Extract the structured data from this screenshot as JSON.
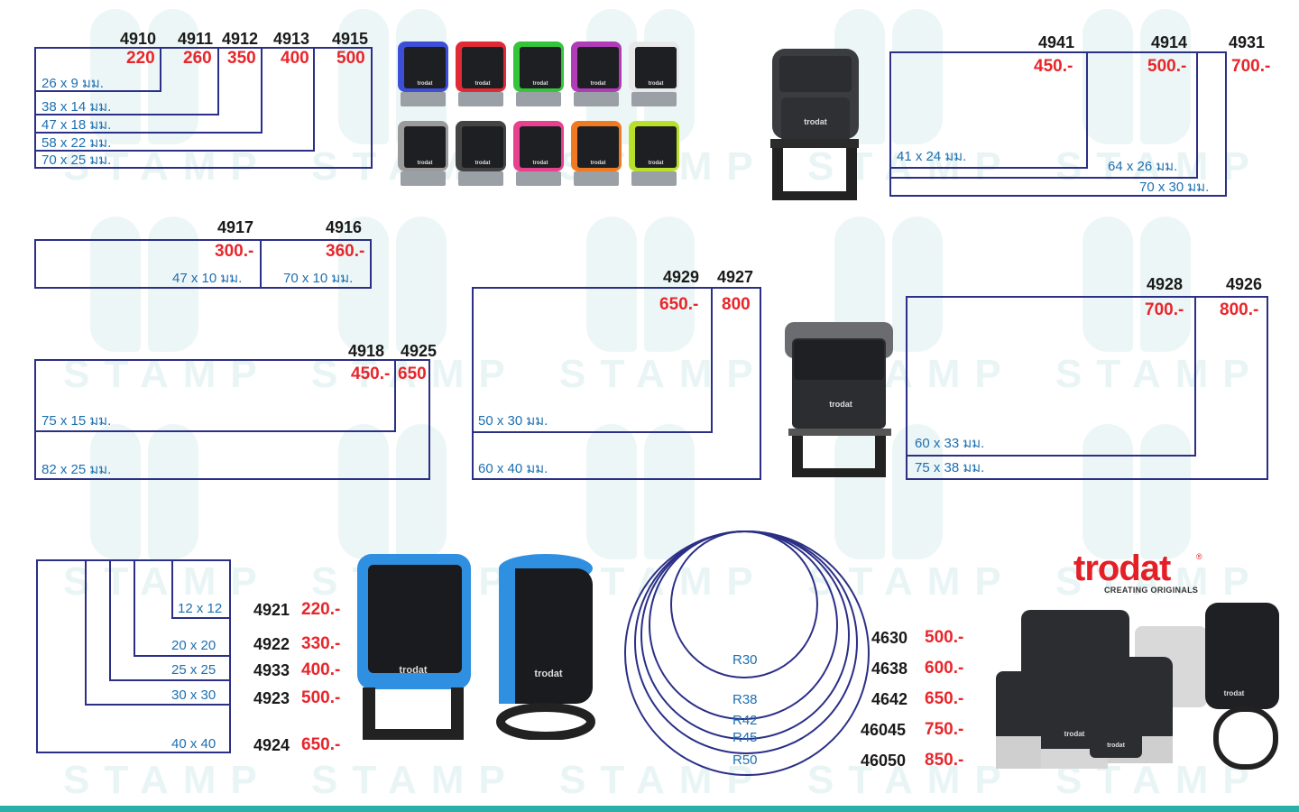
{
  "watermark": {
    "text": "STAMP"
  },
  "brand": {
    "name": "trodat",
    "tagline": "CREATING ORIGINALS",
    "reg": "®"
  },
  "stamp_label": "trodat",
  "section_a": {
    "models": [
      "4910",
      "4911",
      "4912",
      "4913",
      "4915"
    ],
    "prices": [
      "220",
      "260",
      "350",
      "400",
      "500"
    ],
    "sizes": [
      "26 x 9 มม.",
      "38 x 14 มม.",
      "47 x 18 มม.",
      "58 x 22 มม.",
      "70 x 25 มม."
    ]
  },
  "section_b": {
    "models": [
      "4941",
      "4914",
      "4931"
    ],
    "prices": [
      "450.-",
      "500.-",
      "700.-"
    ],
    "sizes": [
      "41 x 24 มม.",
      "64 x 26 มม.",
      "70 x 30 มม."
    ]
  },
  "section_c": {
    "models": [
      "4917",
      "4916"
    ],
    "prices": [
      "300.-",
      "360.-"
    ],
    "sizes": [
      "47 x 10 มม.",
      "70 x 10 มม."
    ]
  },
  "section_d": {
    "models": [
      "4918",
      "4925"
    ],
    "prices": [
      "450.-",
      "650"
    ],
    "sizes": [
      "75 x 15 มม.",
      "82 x 25 มม."
    ]
  },
  "section_e": {
    "models": [
      "4929",
      "4927"
    ],
    "prices": [
      "650.-",
      "800"
    ],
    "sizes": [
      "50 x 30 มม.",
      "60 x 40 มม."
    ]
  },
  "section_f": {
    "models": [
      "4928",
      "4926"
    ],
    "prices": [
      "700.-",
      "800.-"
    ],
    "sizes": [
      "60 x 33 มม.",
      "75 x 38 มม."
    ]
  },
  "section_square": {
    "sizes": [
      "12 x 12",
      "20 x 20",
      "25 x 25",
      "30 x 30",
      "40 x 40"
    ],
    "models": [
      "4921",
      "4922",
      "4933",
      "4923",
      "4924"
    ],
    "prices": [
      "220.-",
      "330.-",
      "400.-",
      "500.-",
      "650.-"
    ]
  },
  "section_round": {
    "radii": [
      "R30",
      "R38",
      "R42",
      "R45",
      "R50"
    ],
    "models": [
      "4630",
      "4638",
      "4642",
      "46045",
      "46050"
    ],
    "prices": [
      "500.-",
      "600.-",
      "650.-",
      "750.-",
      "850.-"
    ]
  },
  "colors": {
    "box_border": "#2b2f86",
    "price": "#e8262b",
    "size_text": "#1d6fb0",
    "brand_red": "#e41f26",
    "footer": "#2ab0a6",
    "stamp_colors": [
      "#3d4fd6",
      "#e02a35",
      "#35c43a",
      "#b03cb8",
      "#e8e8e8",
      "#9a9a9a",
      "#444444",
      "#e8418f",
      "#f07a22",
      "#b8e02a"
    ]
  }
}
